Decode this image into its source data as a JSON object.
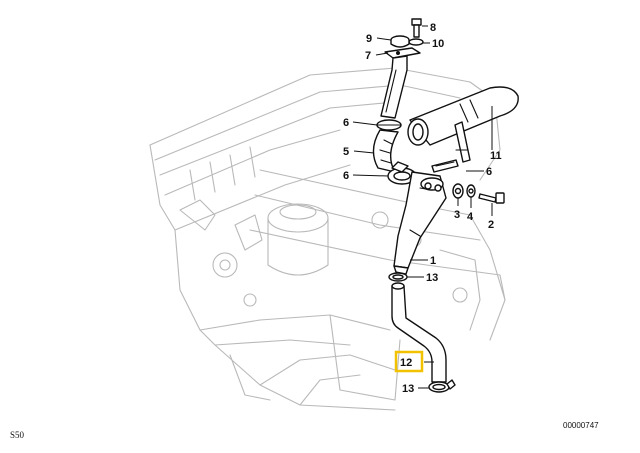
{
  "diagram": {
    "callouts": [
      {
        "id": "c1",
        "label": "1"
      },
      {
        "id": "c2",
        "label": "2"
      },
      {
        "id": "c3",
        "label": "3"
      },
      {
        "id": "c4",
        "label": "4"
      },
      {
        "id": "c5",
        "label": "5"
      },
      {
        "id": "c6a",
        "label": "6"
      },
      {
        "id": "c6b",
        "label": "6"
      },
      {
        "id": "c6c",
        "label": "6"
      },
      {
        "id": "c7",
        "label": "7"
      },
      {
        "id": "c8",
        "label": "8"
      },
      {
        "id": "c9",
        "label": "9"
      },
      {
        "id": "c10",
        "label": "10"
      },
      {
        "id": "c11",
        "label": "11"
      },
      {
        "id": "c12",
        "label": "12",
        "highlighted": true
      },
      {
        "id": "c13a",
        "label": "13"
      },
      {
        "id": "c13b",
        "label": "13"
      }
    ],
    "highlight_color": "#f2c200",
    "engine_code": "S50",
    "drawing_number": "00000747"
  }
}
